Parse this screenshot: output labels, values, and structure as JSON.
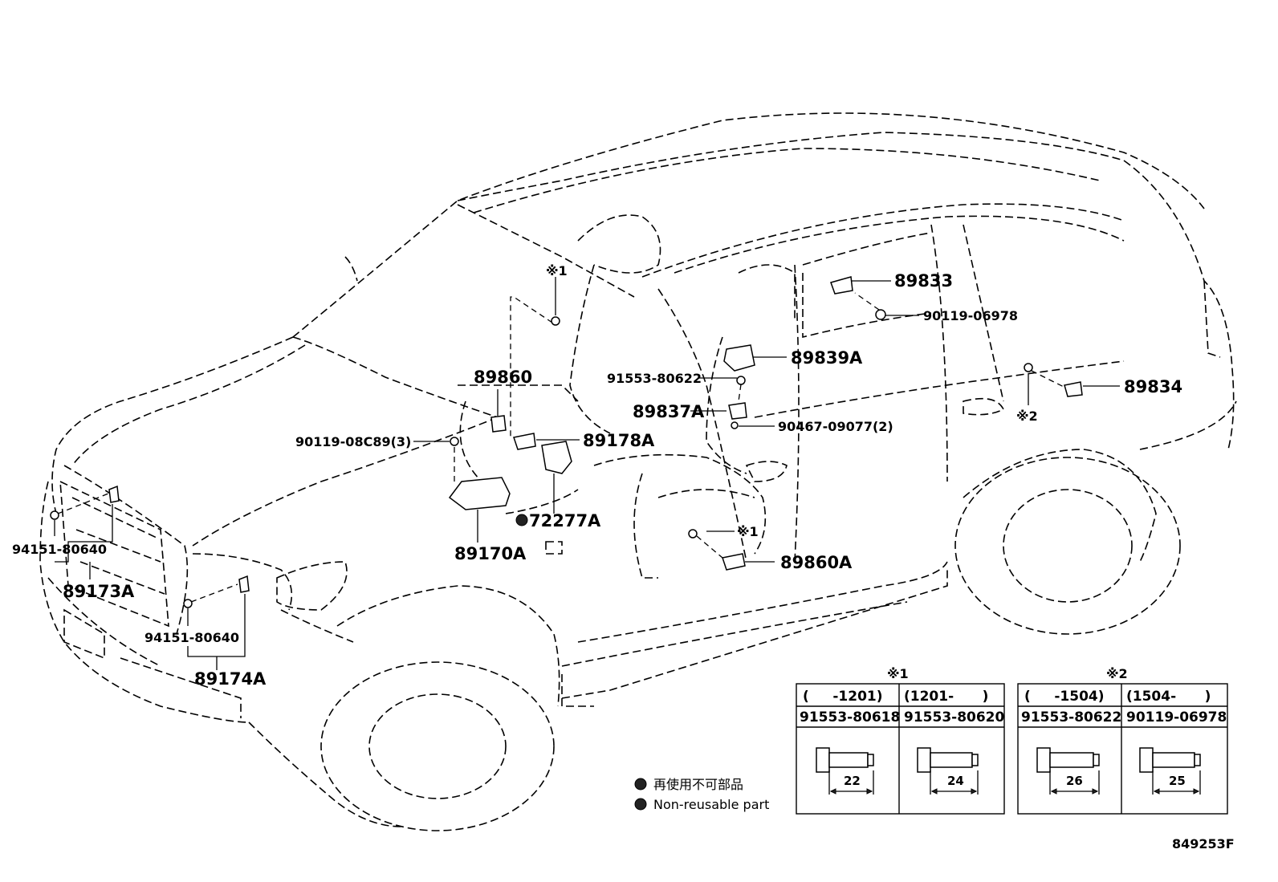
{
  "labels": {
    "p89833": "89833",
    "p90119_06978": "90119-06978",
    "p89839A": "89839A",
    "p91553_80622": "91553-80622",
    "p89834": "89834",
    "p89837A": "89837A",
    "p90467_09077": "90467-09077(2)",
    "p89860": "89860",
    "p89178A": "89178A",
    "p90119_08C89": "90119-08C89(3)",
    "p72277A": "72277A",
    "p89170A": "89170A",
    "p89860A": "89860A",
    "p94151_80640_a": "94151-80640",
    "p89173A": "89173A",
    "p94151_80640_b": "94151-80640",
    "p89174A": "89174A"
  },
  "refs": {
    "ref1": "※1",
    "ref1b": "※1",
    "ref2": "※2"
  },
  "tables": {
    "t1": {
      "title": "※1",
      "col1_range": "(     -1201)",
      "col2_range": "(1201-      )",
      "col1_part": "91553-80618",
      "col2_part": "91553-80620",
      "col1_dim": "22",
      "col2_dim": "24"
    },
    "t2": {
      "title": "※2",
      "col1_range": "(     -1504)",
      "col2_range": "(1504-      )",
      "col1_part": "91553-80622",
      "col2_part": "90119-06978",
      "col1_dim": "26",
      "col2_dim": "25"
    }
  },
  "legend": {
    "jp": "再使用不可部品",
    "en": "Non-reusable part"
  },
  "figure_id": "849253F",
  "colors": {
    "ink": "#000000",
    "paper": "#ffffff"
  }
}
